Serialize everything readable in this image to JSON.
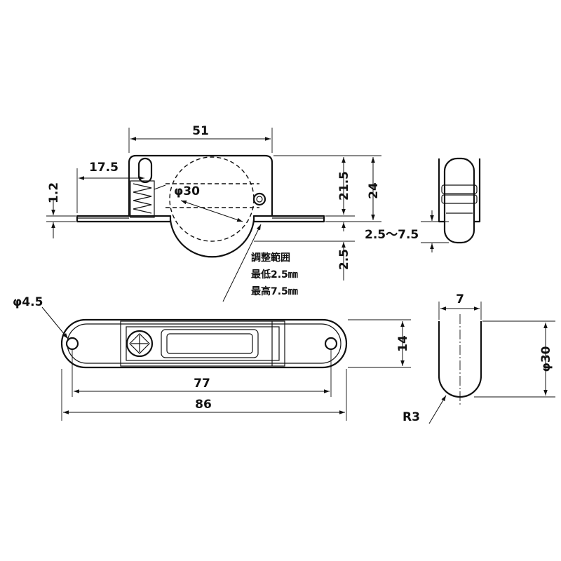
{
  "dimensions": {
    "width_top": "51",
    "offset_left": "17.5",
    "flange_thickness": "1.2",
    "wheel_diameter": "φ30",
    "height_total": "21.5",
    "height_side": "24",
    "protrusion": "2.5",
    "range_side": "2.5～7.5",
    "hole_diameter": "φ4.5",
    "hole_pitch": "77",
    "length_total": "86",
    "plate_width": "14",
    "wheel_width": "7",
    "wheel_diameter_side": "φ30",
    "edge_radius": "R3"
  },
  "note": {
    "title": "調整範囲",
    "min": "最低2.5㎜",
    "max": "最高7.5㎜"
  },
  "colors": {
    "line": "#111111",
    "background": "#ffffff"
  }
}
